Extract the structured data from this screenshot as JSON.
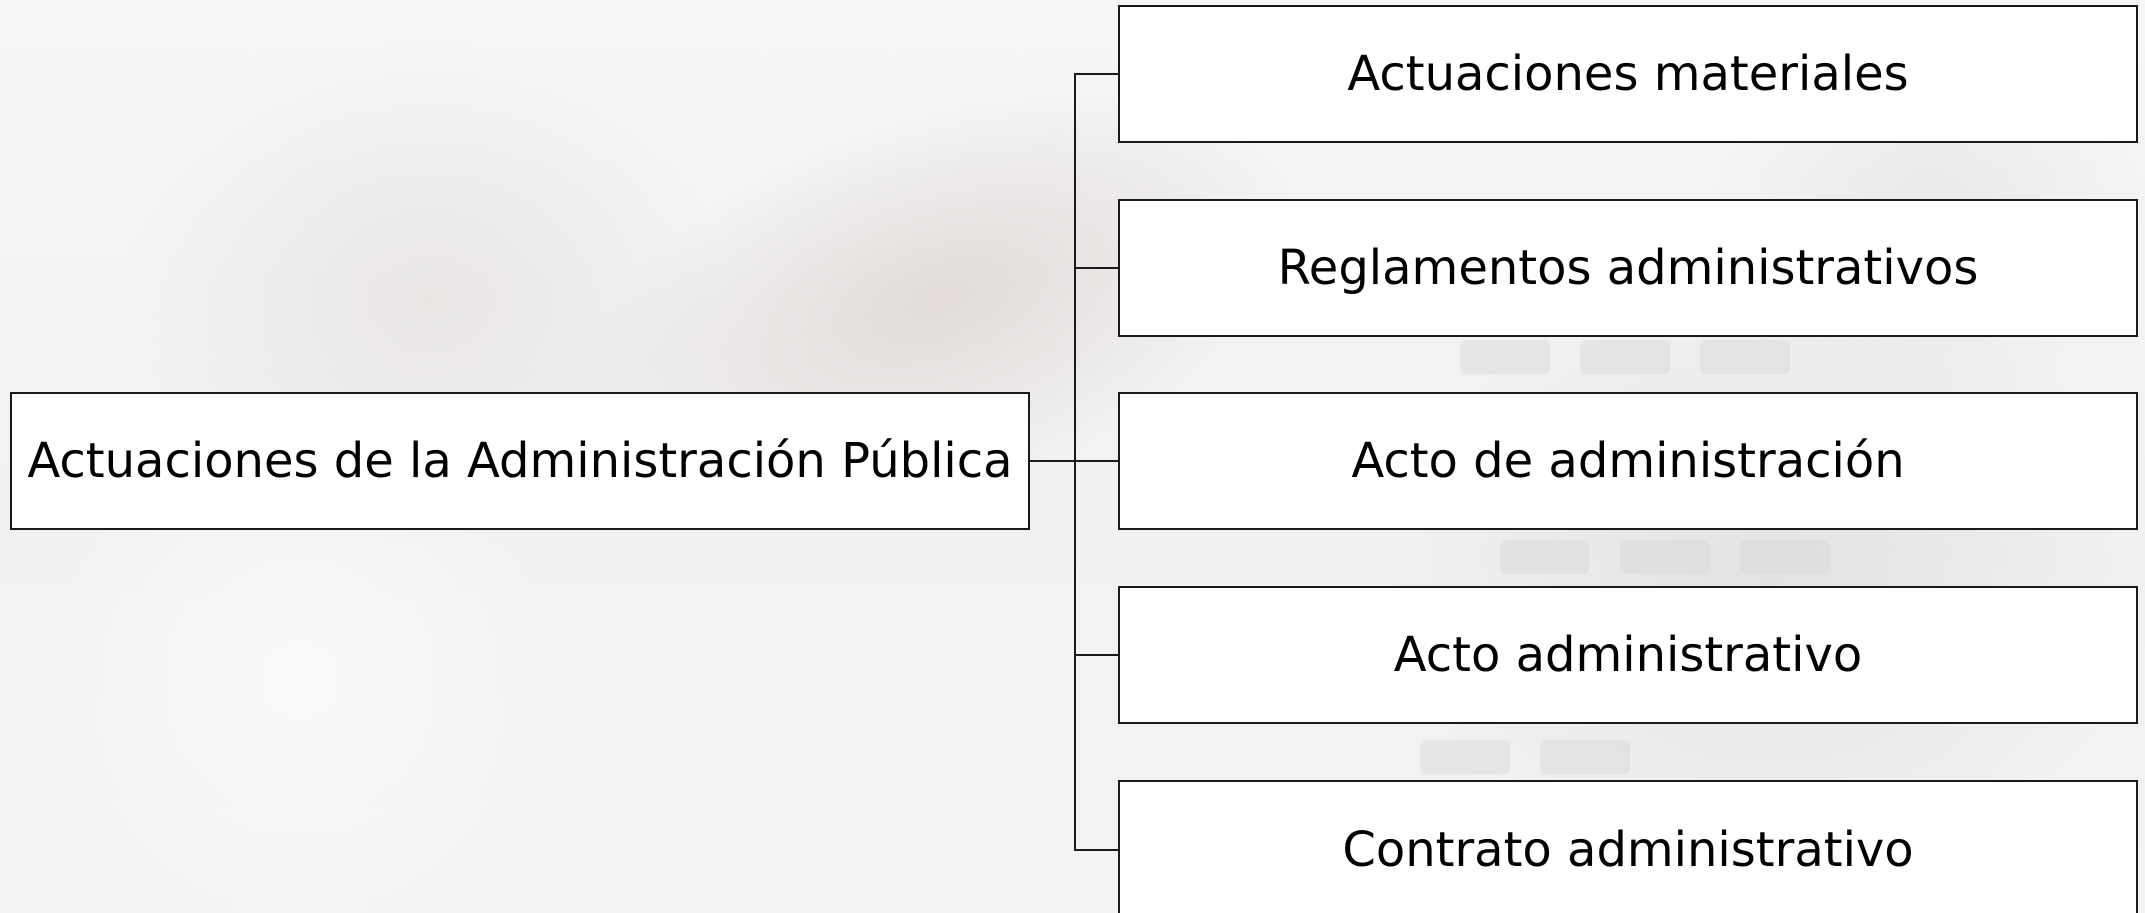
{
  "diagram": {
    "root": {
      "label": "Actuaciones de la Administración Pública"
    },
    "children": [
      {
        "label": "Actuaciones materiales"
      },
      {
        "label": "Reglamentos administrativos"
      },
      {
        "label": "Acto de administración"
      },
      {
        "label": "Acto administrativo"
      },
      {
        "label": "Contrato administrativo"
      }
    ]
  },
  "colors": {
    "box_fill": "#ffffff",
    "box_border": "#1a1a1a",
    "text": "#000000",
    "background": "#f4f4f4"
  }
}
